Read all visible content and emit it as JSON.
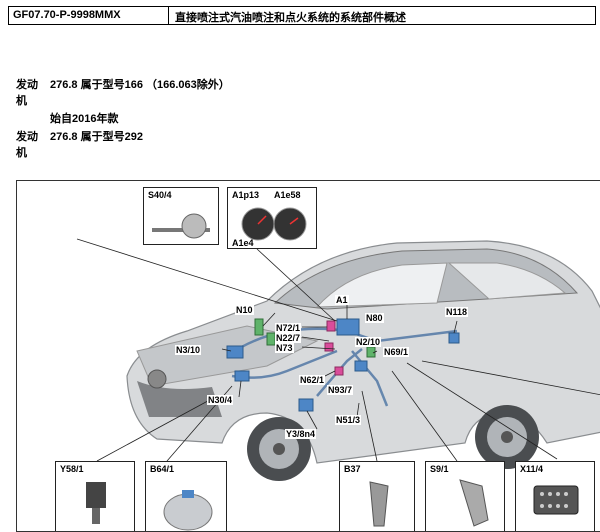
{
  "header": {
    "code": "GF07.70-P-9998MMX",
    "title": "直接喷注式汽油喷注和点火系统的系统部件概述"
  },
  "rows": [
    {
      "k1": "发动",
      "k2": "机",
      "value": "276.8 属于型号166 （166.063除外）"
    },
    {
      "sub": "始自2016年款"
    },
    {
      "k1": "发动",
      "k2": "机",
      "value": "276.8 属于型号292"
    }
  ],
  "figure": {
    "top_boxes": [
      {
        "id": "S40/4"
      },
      {
        "id": "A1p13",
        "id2": "A1e58",
        "id3": "A1e4"
      }
    ],
    "callouts": [
      "A1",
      "N80",
      "N10",
      "N72/1",
      "N22/7",
      "N73",
      "N2/10",
      "N118",
      "N3/10",
      "N69/1",
      "N62/1",
      "N93/7",
      "N30/4",
      "N51/3",
      "Y3/8n4"
    ],
    "bottom_boxes": [
      "Y58/1",
      "B64/1",
      "B37",
      "S9/1",
      "X11/4"
    ]
  }
}
